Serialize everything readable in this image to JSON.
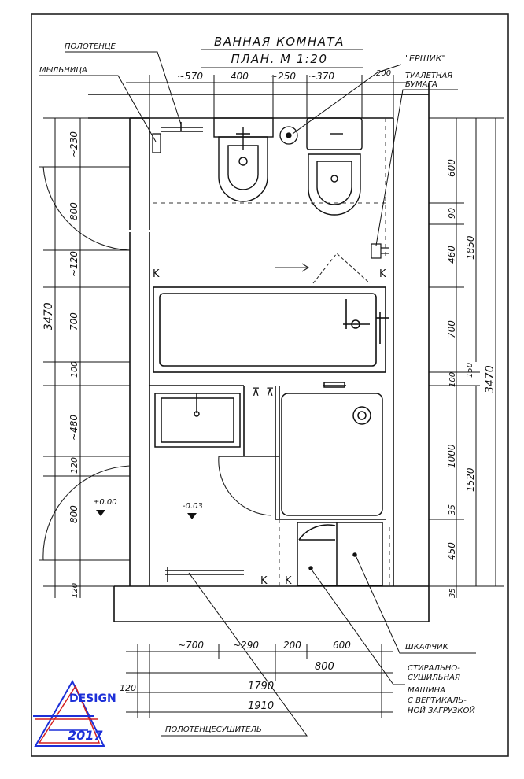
{
  "title": {
    "line1": "ВАННАЯ КОМНАТА",
    "line2": "ПЛАН. М 1:20"
  },
  "labels": {
    "towel": "ПОЛОТЕНЦЕ",
    "soap_dish": "МЫЛЬНИЦА",
    "brush": "\"ЕРШИК\"",
    "toilet_paper_1": "ТУАЛЕТНАЯ",
    "toilet_paper_2": "БУМАГА",
    "cabinet": "ШКАФЧИК",
    "washer_1": "СТИРАЛЬНО-",
    "washer_2": "СУШИЛЬНАЯ",
    "washer_3": "МАШИНА",
    "washer_4": "С ВЕРТИКАЛЬ-",
    "washer_5": "НОЙ ЗАГРУЗКОЙ",
    "towel_dryer": "ПОЛОТЕНЦЕСУШИТЕЛЬ"
  },
  "top_dims": {
    "d570": "~570",
    "d400": "400",
    "d250": "~250",
    "d370": "~370",
    "d200": "200"
  },
  "left_dims": {
    "total": "3470",
    "d230": "~230",
    "d800a": "800",
    "d120a": "~120",
    "d700": "700",
    "d100": "100",
    "d480": "~480",
    "d120b": "120",
    "d800b": "800",
    "d120c": "120"
  },
  "right_dims": {
    "d600": "600",
    "d90": "90",
    "d460": "460",
    "d1850": "1850",
    "d700": "700",
    "d100": "100",
    "d150": "150",
    "total": "3470",
    "d1000": "1000",
    "d1520": "1520",
    "d35a": "35",
    "d450": "450",
    "d35b": "35"
  },
  "bottom_dims": {
    "d700": "~700",
    "d290": "~290",
    "d200": "200",
    "d600": "600",
    "d800": "800",
    "d120": "120",
    "d1790": "1790",
    "d1910": "1910"
  },
  "levels": {
    "corridor": "±0.00",
    "bathroom": "-0.03"
  },
  "logo": {
    "word": "DESIGN",
    "year": "2017",
    "colors": {
      "red": "#d42020",
      "blue": "#1c2fd8"
    }
  }
}
